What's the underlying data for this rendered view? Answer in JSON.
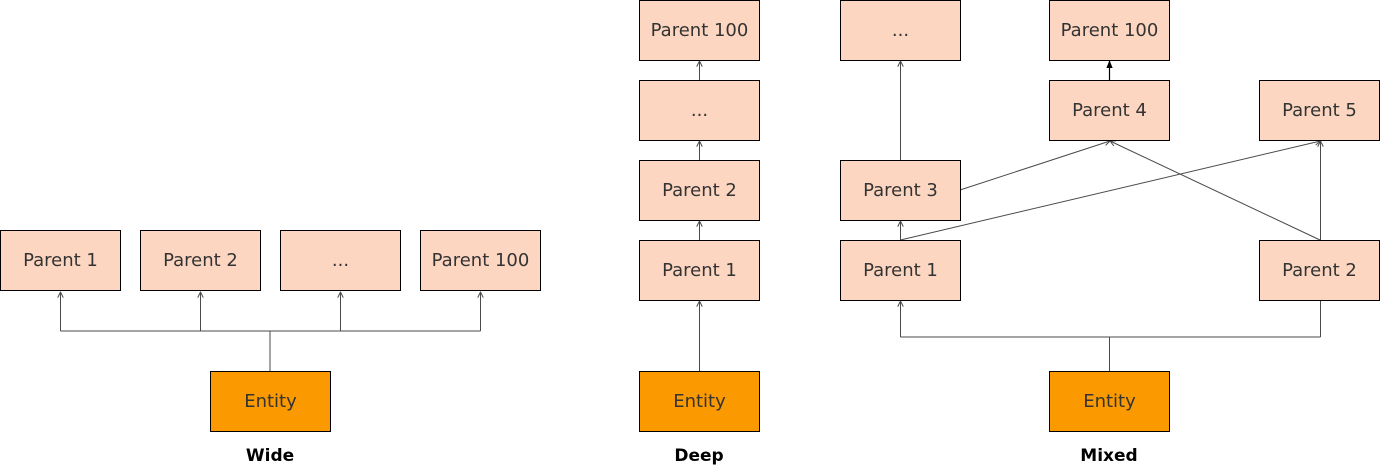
{
  "colors": {
    "parent_fill": "#fcd6c1",
    "entity_fill": "#fa9900",
    "box_border": "#000000",
    "connector": "#4a4a4a",
    "label_text": "#333333"
  },
  "wide": {
    "caption": "Wide",
    "entity": "Entity",
    "parents": [
      "Parent 1",
      "Parent 2",
      "...",
      "Parent 100"
    ]
  },
  "deep": {
    "caption": "Deep",
    "entity": "Entity",
    "parents": [
      "Parent 1",
      "Parent 2",
      "...",
      "Parent 100"
    ]
  },
  "mixed": {
    "caption": "Mixed",
    "entity": "Entity",
    "parents": [
      "Parent 1",
      "Parent 2",
      "Parent 3",
      "Parent 4",
      "Parent 5",
      "...",
      "Parent 100"
    ]
  }
}
